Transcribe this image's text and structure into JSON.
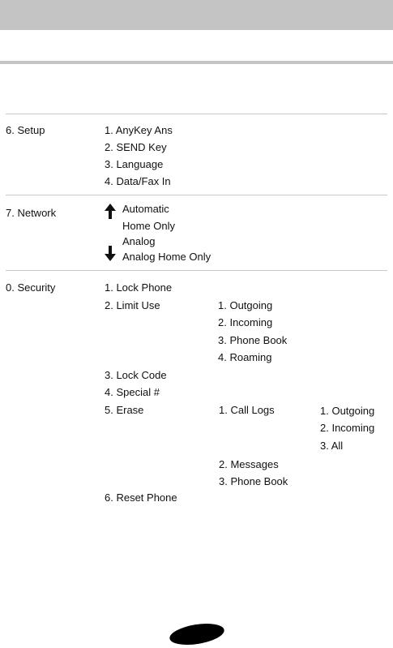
{
  "sections": {
    "setup": {
      "heading": "6. Setup",
      "items": [
        "1. AnyKey Ans",
        "2. SEND Key",
        "3. Language",
        "4. Data/Fax In"
      ]
    },
    "network": {
      "heading": "7. Network",
      "items": [
        "Automatic",
        "Home Only",
        "Analog",
        "Analog Home Only"
      ]
    },
    "security": {
      "heading": "0. Security",
      "items": {
        "lock_phone": "1. Lock Phone",
        "limit_use": {
          "label": "2. Limit Use",
          "sub": [
            "1. Outgoing",
            "2. Incoming",
            "3. Phone Book",
            "4. Roaming"
          ]
        },
        "lock_code": "3. Lock Code",
        "special": "4. Special #",
        "erase": {
          "label": "5. Erase",
          "call_logs": {
            "label": "1. Call Logs",
            "sub": [
              "1. Outgoing",
              "2. Incoming",
              "3. All"
            ]
          },
          "messages": "2. Messages",
          "phone_book": "3. Phone Book"
        },
        "reset_phone": "6. Reset Phone"
      }
    }
  }
}
